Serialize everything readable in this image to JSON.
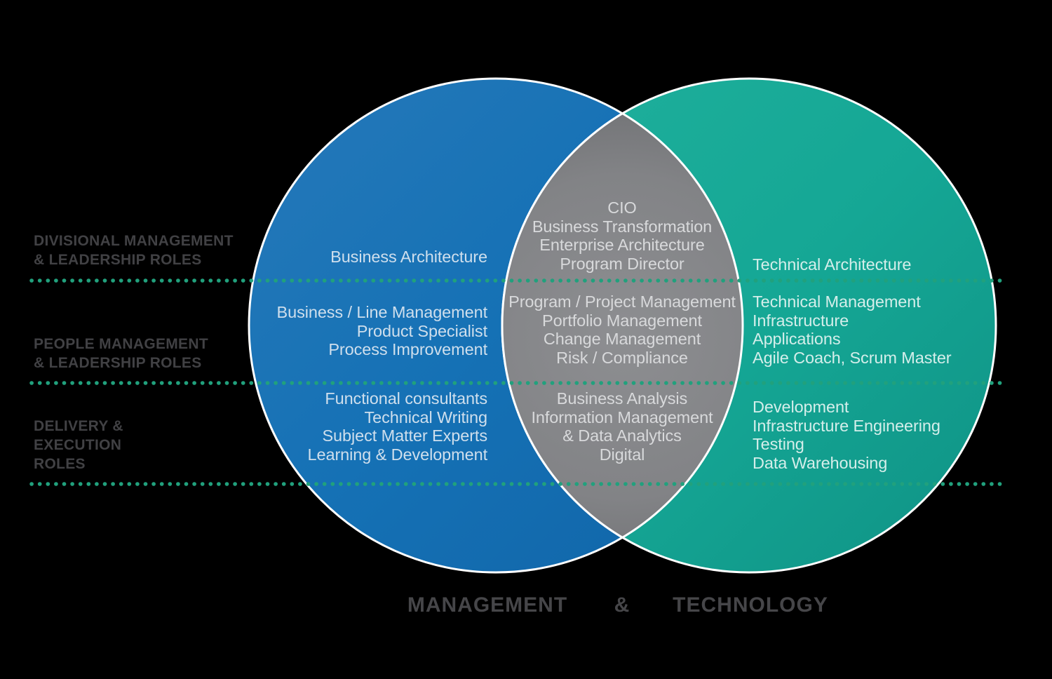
{
  "colors": {
    "background": "#000000",
    "management_circle": "#1571b5",
    "technology_circle": "#15a795",
    "overlap_fill": "#828386",
    "circle_outline": "#ffffff",
    "dotted_line": "#21a17d",
    "row_label_text": "#414144",
    "footer_text": "#464649"
  },
  "row_labels": [
    {
      "lines": [
        "DIVISIONAL MANAGEMENT",
        "& LEADERSHIP ROLES"
      ]
    },
    {
      "lines": [
        "PEOPLE MANAGEMENT",
        "& LEADERSHIP ROLES"
      ]
    },
    {
      "lines": [
        "DELIVERY &",
        "EXECUTION",
        "ROLES"
      ]
    }
  ],
  "venn": {
    "management": {
      "rows": [
        [
          "Business Architecture"
        ],
        [
          "Business / Line Management",
          "Product Specialist",
          "Process Improvement"
        ],
        [
          "Functional consultants",
          "Technical Writing",
          "Subject Matter Experts",
          "Learning & Development"
        ]
      ]
    },
    "overlap": {
      "rows": [
        [
          "CIO",
          "Business Transformation",
          "Enterprise Architecture",
          "Program Director"
        ],
        [
          "Program / Project Management",
          "Portfolio Management",
          "Change Management",
          "Risk  / Compliance"
        ],
        [
          "Business Analysis",
          "Information Management",
          "& Data Analytics",
          "Digital"
        ]
      ]
    },
    "technology": {
      "rows": [
        [
          "Technical Architecture"
        ],
        [
          "Technical Management",
          "Infrastructure",
          "Applications",
          "Agile Coach, Scrum Master"
        ],
        [
          "Development",
          "Infrastructure Engineering",
          "Testing",
          "Data Warehousing"
        ]
      ]
    }
  },
  "footer": {
    "left": "MANAGEMENT",
    "amp": "&",
    "right": "TECHNOLOGY"
  }
}
